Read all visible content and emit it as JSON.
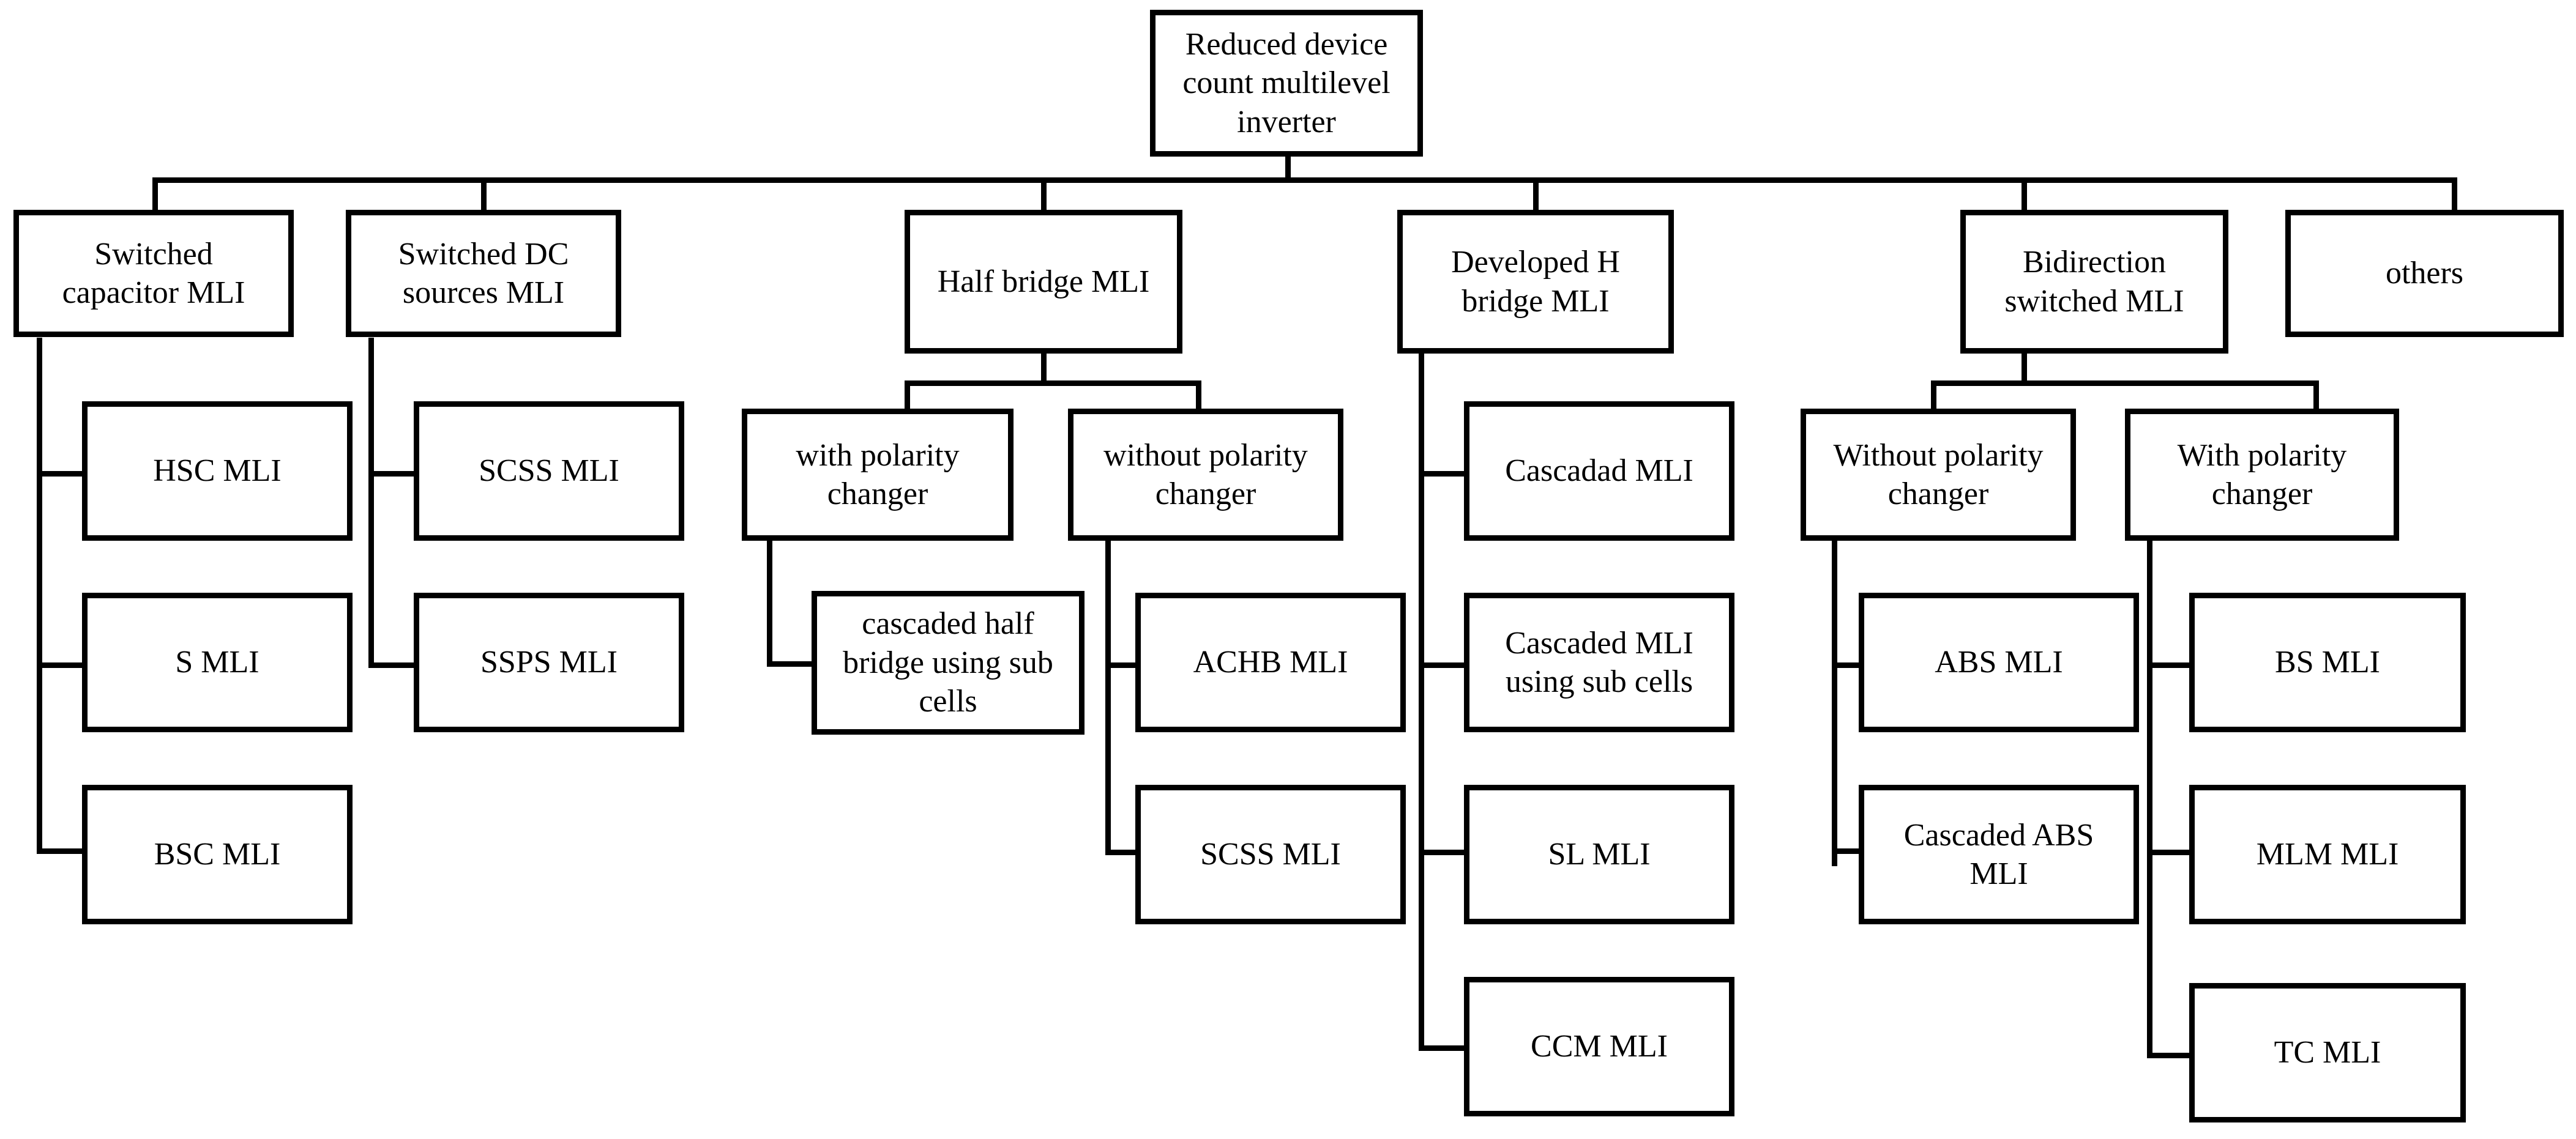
{
  "diagram": {
    "title": "Reduced device count multilevel inverter classification tree",
    "type": "hierarchy-tree",
    "colors": {
      "background": "#ffffff",
      "box_fill": "#ffffff",
      "box_border": "#000000",
      "connector": "#000000",
      "text": "#000000"
    },
    "root": {
      "label": "Reduced device\ncount multilevel\ninverter"
    },
    "level1": [
      {
        "label": "Switched\ncapacitor MLI"
      },
      {
        "label": "Switched DC\nsources MLI"
      },
      {
        "label": "Half bridge MLI"
      },
      {
        "label": "Developed H\nbridge MLI"
      },
      {
        "label": "Bidirection\nswitched MLI"
      },
      {
        "label": "others"
      }
    ],
    "switched_capacitor_children": [
      {
        "label": "HSC MLI"
      },
      {
        "label": "S MLI"
      },
      {
        "label": "BSC MLI"
      }
    ],
    "switched_dc_children": [
      {
        "label": "SCSS MLI"
      },
      {
        "label": "SSPS MLI"
      }
    ],
    "half_bridge_children": [
      {
        "label": "with polarity\nchanger"
      },
      {
        "label": "without polarity\nchanger"
      }
    ],
    "with_polarity_changer_children": [
      {
        "label": "cascaded half\nbridge using sub\ncells"
      }
    ],
    "without_polarity_changer_children": [
      {
        "label": "ACHB MLI"
      },
      {
        "label": "SCSS MLI"
      }
    ],
    "developed_h_bridge_children": [
      {
        "label": "Cascadad MLI"
      },
      {
        "label": "Cascaded MLI\nusing sub cells"
      },
      {
        "label": "SL MLI"
      },
      {
        "label": "CCM MLI"
      }
    ],
    "bidirection_children": [
      {
        "label": "Without polarity\nchanger"
      },
      {
        "label": "With polarity\nchanger"
      }
    ],
    "bidir_without_polarity_children": [
      {
        "label": "ABS MLI"
      },
      {
        "label": "Cascaded ABS\nMLI"
      }
    ],
    "bidir_with_polarity_children": [
      {
        "label": "BS MLI"
      },
      {
        "label": "MLM MLI"
      },
      {
        "label": "TC MLI"
      }
    ]
  }
}
